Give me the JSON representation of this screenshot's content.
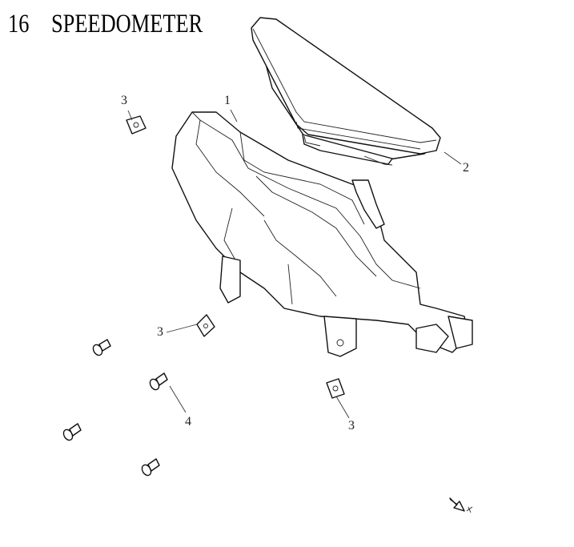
{
  "header": {
    "section_number": "16",
    "title": "SPEEDOMETER"
  },
  "callouts": [
    {
      "label": "1",
      "part": "speedometer-housing"
    },
    {
      "label": "2",
      "part": "speedometer"
    },
    {
      "label": "3",
      "part": "clip-nut"
    },
    {
      "label": "3",
      "part": "clip-nut"
    },
    {
      "label": "3",
      "part": "clip-nut"
    },
    {
      "label": "4",
      "part": "screw"
    }
  ]
}
